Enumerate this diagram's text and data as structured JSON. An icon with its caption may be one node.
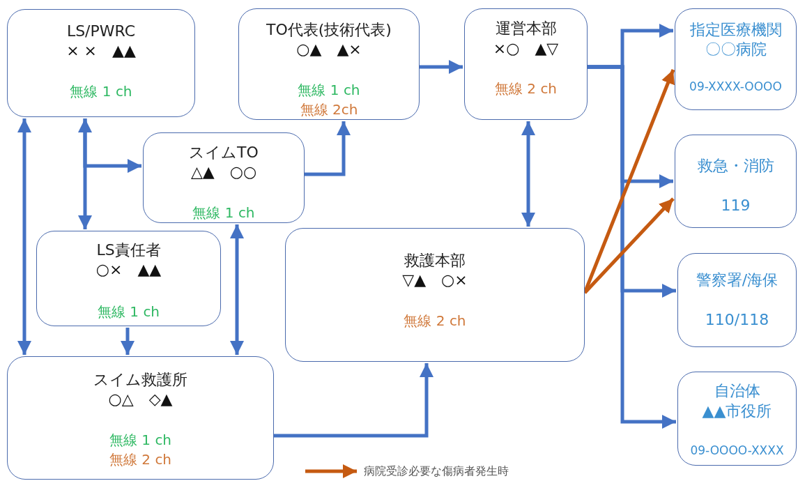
{
  "diagram": {
    "nodes": [
      {
        "text": [
          "LS/PWRC",
          "× ×　▲▲",
          "無線 1 ch"
        ]
      },
      {
        "text": [
          "TO代表(技術代表)",
          "○▲　▲×",
          "無線 1 ch",
          "無線 2ch"
        ]
      },
      {
        "text": [
          "運営本部",
          "×○　▲▽",
          "無線 2 ch"
        ]
      },
      {
        "text": [
          "指定医療機関",
          "〇〇病院",
          "09-XXXX-OOOO"
        ]
      },
      {
        "text": [
          "スイムTO",
          "△▲　○○",
          "無線 1 ch"
        ]
      },
      {
        "text": [
          "救急・消防",
          "119"
        ]
      },
      {
        "text": [
          "LS責任者",
          "○×　▲▲",
          "無線 1 ch"
        ]
      },
      {
        "text": [
          "救護本部",
          "▽▲　○×",
          "無線 2 ch"
        ]
      },
      {
        "text": [
          "警察署/海保",
          "110/118"
        ]
      },
      {
        "text": [
          "スイム救護所",
          "○△　◇▲",
          "無線 1 ch",
          "無線 2 ch"
        ]
      },
      {
        "text": [
          "自治体",
          "▲▲市役所",
          "09-OOOO-XXXX"
        ]
      }
    ],
    "edges": [
      {
        "from": 0,
        "to": 9,
        "arrow": "both"
      },
      {
        "from": 0,
        "to": 6,
        "arrow": "both"
      },
      {
        "from": 0,
        "to": 4,
        "arrow": "to"
      },
      {
        "from": 4,
        "to": 1,
        "arrow": "to"
      },
      {
        "from": 1,
        "to": 2,
        "arrow": "to"
      },
      {
        "from": 2,
        "to": 7,
        "arrow": "both"
      },
      {
        "from": 4,
        "to": 9,
        "arrow": "both"
      },
      {
        "from": 6,
        "to": 9,
        "arrow": "to"
      },
      {
        "from": 9,
        "to": 7,
        "arrow": "to"
      },
      {
        "from": 2,
        "to": 3,
        "arrow": "to"
      },
      {
        "from": 2,
        "to": 5,
        "arrow": "to"
      },
      {
        "from": 2,
        "to": 8,
        "arrow": "to"
      },
      {
        "from": 2,
        "to": 10,
        "arrow": "to"
      },
      {
        "from": 7,
        "to": 3,
        "arrow": "to",
        "color": "#c55a11"
      },
      {
        "from": 7,
        "to": 5,
        "arrow": "to",
        "color": "#c55a11"
      }
    ],
    "legend": [
      {
        "text": "病院受診必要な傷病者発生時"
      }
    ]
  }
}
